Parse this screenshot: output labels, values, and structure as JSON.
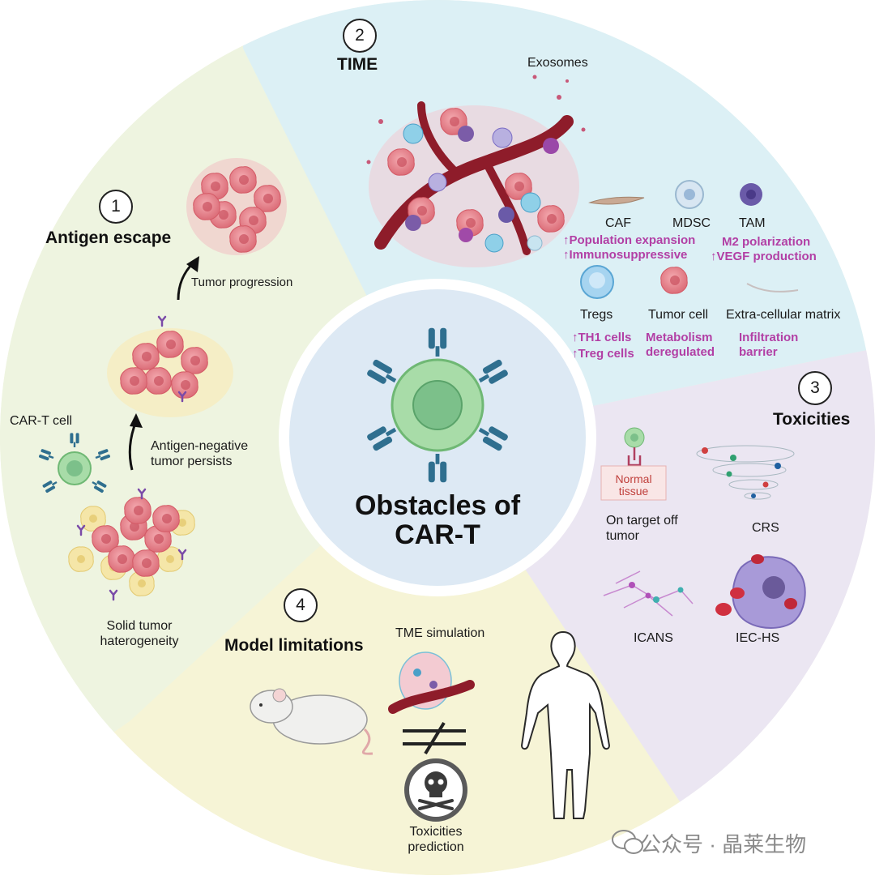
{
  "center": {
    "title_line1": "Obstacles of",
    "title_line2": "CAR-T"
  },
  "sections": {
    "antigen_escape": {
      "number": "1",
      "title": "Antigen escape",
      "labels": {
        "car_t_cell": "CAR-T cell",
        "solid_tumor_1": "Solid tumor",
        "solid_tumor_2": "haterogeneity",
        "antigen_negative_1": "Antigen-negative",
        "antigen_negative_2": "tumor persists",
        "tumor_progression": "Tumor progression"
      }
    },
    "time": {
      "number": "2",
      "title": "TIME",
      "labels": {
        "exosomes": "Exosomes",
        "caf": "CAF",
        "mdsc": "MDSC",
        "tam": "TAM",
        "tregs": "Tregs",
        "tumor_cell": "Tumor cell",
        "ecm": "Extra-cellular matrix"
      },
      "effects": {
        "pop_expansion": "↑Population expansion",
        "immunosuppressive": "↑Immunosuppressive",
        "m2_polarization": "M2 polarization",
        "vegf": "↑VEGF production",
        "th1": "↑TH1 cells",
        "treg": "↑Treg cells",
        "metabolism": "Metabolism",
        "deregulated": "deregulated",
        "infiltration": "Infiltration",
        "barrier": "barrier"
      }
    },
    "toxicities": {
      "number": "3",
      "title": "Toxicities",
      "labels": {
        "normal_tissue_1": "Normal",
        "normal_tissue_2": "tissue",
        "on_target_1": "On target off",
        "on_target_2": "tumor",
        "crs": "CRS",
        "icans": "ICANS",
        "iec_hs": "IEC-HS"
      }
    },
    "model_limitations": {
      "number": "4",
      "title": "Model limitations",
      "labels": {
        "tme_simulation": "TME simulation",
        "tox_pred_1": "Toxicities",
        "tox_pred_2": "prediction"
      }
    }
  },
  "watermark": "公众号 · 晶莱生物",
  "colors": {
    "sector_antigen": "#eef4e0",
    "sector_time": "#dcf0f5",
    "sector_toxicities": "#ebe6f2",
    "sector_model": "#f6f4d6",
    "center_disc": "#dde9f4",
    "car_t_cell": "#9fd6a0",
    "receptor": "#2f6f8f",
    "tumor": "#e8868f",
    "purple_text": "#b23fa5",
    "vessel": "#8e1c2a"
  }
}
